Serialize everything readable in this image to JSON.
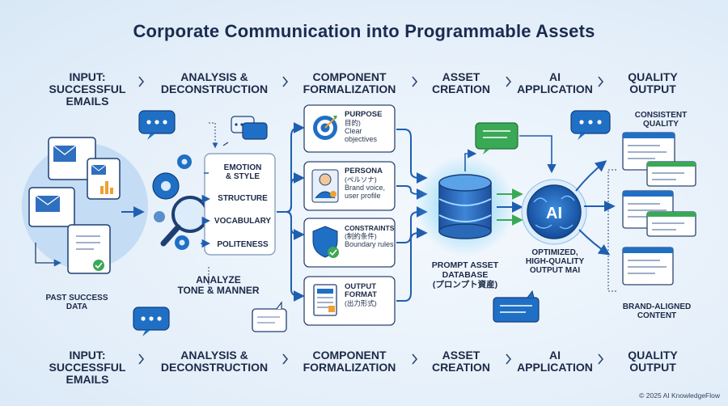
{
  "title": "Corporate Communication into Programmable Assets",
  "stages_top": [
    {
      "label": "INPUT:\nSUCCESSFUL\nEMAILS"
    },
    {
      "label": "ANALYSIS &\nDECONSTRUCTION"
    },
    {
      "label": "COMPONENT\nFORMALIZATION"
    },
    {
      "label": "ASSET\nCREATION"
    },
    {
      "label": "AI\nAPPLICATION"
    },
    {
      "label": "QUALITY\nOUTPUT"
    }
  ],
  "stages_bottom": [
    {
      "label": "INPUT:\nSUCCESSFUL\nEMAILS"
    },
    {
      "label": "ANALYSIS &\nDECONSTRUCTION"
    },
    {
      "label": "COMPONENT\nFORMALIZATION"
    },
    {
      "label": "ASSET\nCREATION"
    },
    {
      "label": "AI\nAPPLICATION"
    },
    {
      "label": "QUALITY\nOUTPUT"
    }
  ],
  "input": {
    "caption": "PAST SUCCESS\nDATA"
  },
  "analysis": {
    "items": [
      "EMOTION\n& STYLE",
      "STRUCTURE",
      "VOCABULARY",
      "POLITENESS"
    ],
    "caption": "ANALYZE\nTONE & MANNER"
  },
  "components": [
    {
      "title": "PURPOSE",
      "jp": "目的)",
      "desc": "Clear objectives",
      "icon": "target-icon"
    },
    {
      "title": "PERSONA",
      "jp": "(ペルソナ)",
      "desc": "Brand voice, user profile",
      "icon": "persona-icon"
    },
    {
      "title": "CONSTRAINTS",
      "jp": "(制約条件)",
      "desc": "Boundary rules",
      "icon": "shield-check-icon"
    },
    {
      "title": "OUTPUT FORMAT",
      "jp": "(出力形式)",
      "desc": "",
      "icon": "document-format-icon"
    }
  ],
  "database": {
    "caption": "PROMPT ASSET\nDATABASE\n(プロンプト資産)"
  },
  "ai": {
    "badge": "AI",
    "caption": "OPTIMIZED,\nHIGH-QUALITY\nOUTPUT MAI"
  },
  "output": {
    "top_caption": "CONSISTENT\nQUALITY",
    "bottom_caption": "BRAND-ALIGNED\nCONTENT"
  },
  "footer": {
    "copyright": "© 2025 AI KnowledgeFlow"
  },
  "colors": {
    "primary": "#1f6fc5",
    "dark": "#1c2a48",
    "green": "#3aa956",
    "glow": "#59c4f2",
    "orange": "#f0a032"
  }
}
